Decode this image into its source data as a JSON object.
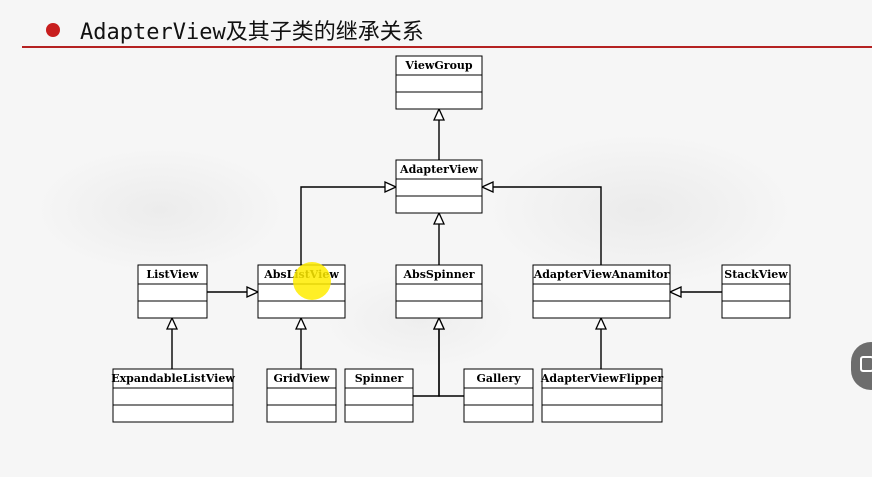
{
  "slide": {
    "title": "AdapterView及其子类的继承关系",
    "accent_color": "#c81e1e",
    "bullet_icon": "red-dot-bullet"
  },
  "diagram": {
    "classes": [
      {
        "id": "viewgroup",
        "name": "ViewGroup"
      },
      {
        "id": "adapterview",
        "name": "AdapterView"
      },
      {
        "id": "listview",
        "name": "ListView"
      },
      {
        "id": "abslistview",
        "name": "AbsListView"
      },
      {
        "id": "absspinner",
        "name": "AbsSpinner"
      },
      {
        "id": "adapterviewanamitor",
        "name": "AdapterViewAnamitor"
      },
      {
        "id": "stackview",
        "name": "StackView"
      },
      {
        "id": "expandablelistview",
        "name": "ExpandableListView"
      },
      {
        "id": "gridview",
        "name": "GridView"
      },
      {
        "id": "spinner",
        "name": "Spinner"
      },
      {
        "id": "gallery",
        "name": "Gallery"
      },
      {
        "id": "adapterviewflipper",
        "name": "AdapterViewFlipper"
      }
    ],
    "inheritance": [
      {
        "child": "adapterview",
        "parent": "viewgroup"
      },
      {
        "child": "abslistview",
        "parent": "adapterview"
      },
      {
        "child": "absspinner",
        "parent": "adapterview"
      },
      {
        "child": "adapterviewanamitor",
        "parent": "adapterview"
      },
      {
        "child": "listview",
        "parent": "abslistview"
      },
      {
        "child": "gridview",
        "parent": "abslistview"
      },
      {
        "child": "expandablelistview",
        "parent": "listview"
      },
      {
        "child": "spinner",
        "parent": "absspinner"
      },
      {
        "child": "gallery",
        "parent": "absspinner"
      },
      {
        "child": "adapterviewflipper",
        "parent": "adapterviewanamitor"
      },
      {
        "child": "stackview",
        "parent": "adapterviewanamitor"
      }
    ]
  },
  "overlay": {
    "cursor_highlight_color": "#ffec00",
    "side_button_icon": "slide-toggle-icon"
  }
}
